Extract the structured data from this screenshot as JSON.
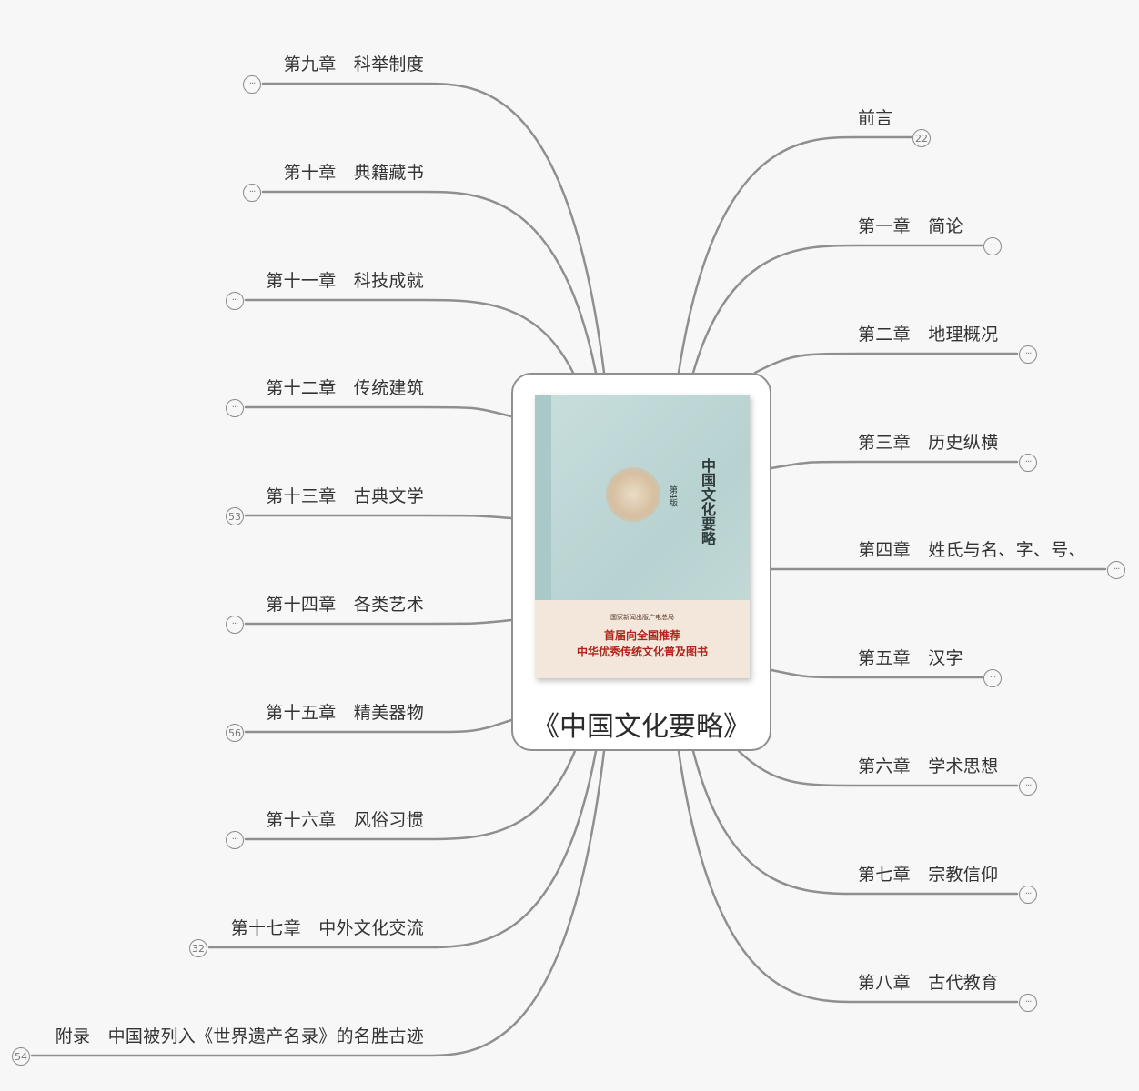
{
  "center": {
    "title": "《中国文化要略》",
    "cover": {
      "vertical_title": "中国文化要略",
      "edition": "第4版",
      "band_small": "国家新闻出版广电总局",
      "band_line1": "首届向全国推荐",
      "band_line2": "中华优秀传统文化普及图书"
    }
  },
  "colors": {
    "line": "#8f8f8f",
    "text": "#333333",
    "badge_border": "#8a8a8a"
  },
  "right_branches": [
    {
      "label": "前言",
      "badge": "22"
    },
    {
      "label": "第一章　简论",
      "badge": "···"
    },
    {
      "label": "第二章　地理概况",
      "badge": "···"
    },
    {
      "label": "第三章　历史纵横",
      "badge": "···"
    },
    {
      "label": "第四章　姓氏与名、字、号、",
      "badge": "···"
    },
    {
      "label": "第五章　汉字",
      "badge": "···"
    },
    {
      "label": "第六章　学术思想",
      "badge": "···"
    },
    {
      "label": "第七章　宗教信仰",
      "badge": "···"
    },
    {
      "label": "第八章　古代教育",
      "badge": "···"
    }
  ],
  "left_branches": [
    {
      "label": "第九章　科举制度",
      "badge": "···"
    },
    {
      "label": "第十章　典籍藏书",
      "badge": "···"
    },
    {
      "label": "第十一章　科技成就",
      "badge": "···"
    },
    {
      "label": "第十二章　传统建筑",
      "badge": "···"
    },
    {
      "label": "第十三章　古典文学",
      "badge": "53"
    },
    {
      "label": "第十四章　各类艺术",
      "badge": "···"
    },
    {
      "label": "第十五章　精美器物",
      "badge": "56"
    },
    {
      "label": "第十六章　风俗习惯",
      "badge": "···"
    },
    {
      "label": "第十七章　中外文化交流",
      "badge": "32"
    },
    {
      "label": "附录　中国被列入《世界遗产名录》的名胜古迹",
      "badge": "54"
    }
  ]
}
